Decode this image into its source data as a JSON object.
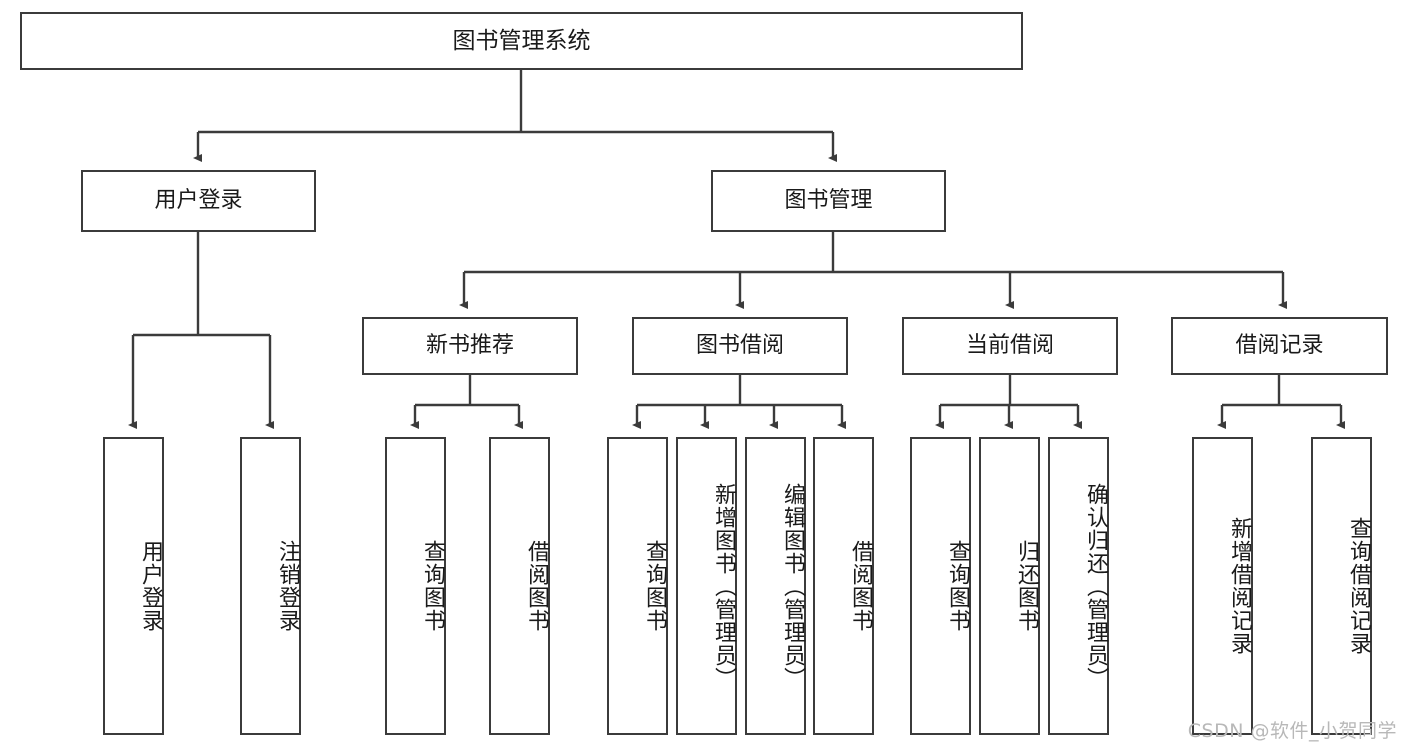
{
  "diagram": {
    "title": "图书管理系统",
    "type": "functional-structure-tree",
    "watermark": "CSDN @软件_小贺同学",
    "colors": {
      "box_border": "#3b3b3b",
      "box_fill": "#ffffff",
      "edge": "#3b3b3b",
      "text": "#1a1a1a",
      "watermark": "#b8b8b8",
      "background": "#ffffff"
    }
  },
  "nodes": {
    "root": {
      "label": "图书管理系统"
    },
    "level1": [
      {
        "label": "用户登录"
      },
      {
        "label": "图书管理"
      }
    ],
    "level2": [
      {
        "label": "新书推荐"
      },
      {
        "label": "图书借阅"
      },
      {
        "label": "当前借阅"
      },
      {
        "label": "借阅记录"
      }
    ],
    "leaves": {
      "user_login": [
        {
          "label": "用户登录"
        },
        {
          "label": "注销登录"
        }
      ],
      "new_book_recommend": [
        {
          "label": "查询图书"
        },
        {
          "label": "借阅图书"
        }
      ],
      "book_borrow": [
        {
          "label": "查询图书"
        },
        {
          "label": "新增图书（管理员）"
        },
        {
          "label": "编辑图书（管理员）"
        },
        {
          "label": "借阅图书"
        }
      ],
      "current_borrow": [
        {
          "label": "查询图书"
        },
        {
          "label": "归还图书"
        },
        {
          "label": "确认归还（管理员）"
        }
      ],
      "borrow_record": [
        {
          "label": "新增借阅记录"
        },
        {
          "label": "查询借阅记录"
        }
      ]
    }
  }
}
